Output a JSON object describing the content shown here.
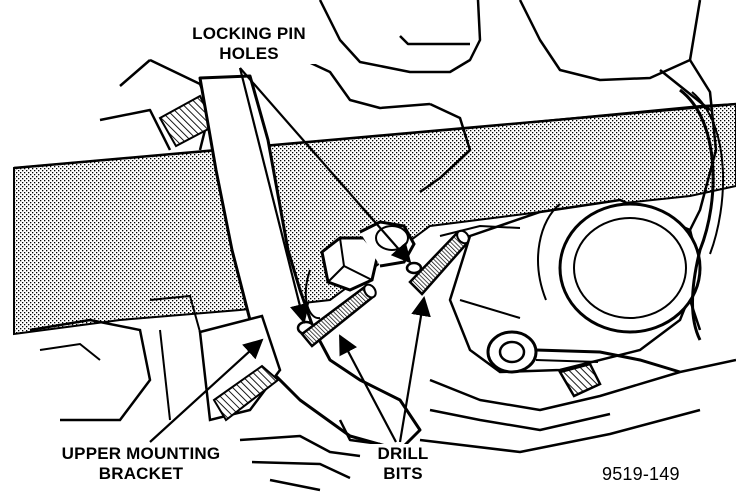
{
  "labels": {
    "locking_pin_holes": [
      "LOCKING PIN",
      "HOLES"
    ],
    "upper_mounting_bracket": [
      "UPPER MOUNTING",
      "BRACKET"
    ],
    "drill_bits": [
      "DRILL",
      "BITS"
    ]
  },
  "figure_number": "9519-149"
}
